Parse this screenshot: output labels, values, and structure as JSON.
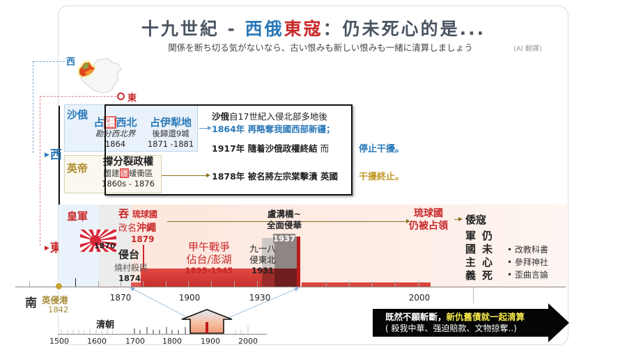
{
  "title": {
    "prefix": "十九世紀 - ",
    "west": "西俄",
    "east": "東寇",
    "suffix": "：仍未死心的是..."
  },
  "subtitle": "関係を断ち切る気がないなら、古い恨みも新しい恨みも一緒に清算しましょう",
  "ai_note": "(AI 翻譯)",
  "compass": {
    "west_top": "西",
    "east_top": "東",
    "west_main": "西",
    "east_main": "東",
    "south": "南"
  },
  "russia": {
    "label": "沙俄",
    "events": [
      {
        "title_pre": "占",
        "title_hl": "疆",
        "title_post": "西北",
        "sub": "勘分西北界",
        "year": "1864"
      },
      {
        "title": "占伊犁地",
        "sub": "後歸還9城",
        "year": "1871 -1881"
      }
    ]
  },
  "britain": {
    "label": "英帝",
    "event": {
      "title": "撐分裂政權",
      "sub_pre": "圖建",
      "sub_hl": "疆",
      "sub_post": "緩衝區",
      "year": "1860s - 1876"
    }
  },
  "info": {
    "line1_bold": "沙俄",
    "line1_rest": "自17世紀入侵北部多地後",
    "line2": "1864年  再略奪我國西部新疆；",
    "line3_bold": "1917年  隨着沙俄政權終結",
    "line3_thin": "  而",
    "line4": "1878年 被名將左宗棠擊潰 英國",
    "stop_russia": "停止干擾。",
    "stop_britain": "干擾終止。"
  },
  "japan": {
    "label": "皇軍",
    "flag_year": "1870",
    "ryukyu": {
      "verb": "吞",
      "name": "琉球國",
      "rename_pre": "改名",
      "rename": "沖繩",
      "year": "1879"
    },
    "taiwan": {
      "title": "侵台",
      "sub": "燒村殺民",
      "year": "1874"
    },
    "sino_war": {
      "title1": "甲午戰爭",
      "title2": "佔台/澎湖",
      "years": "1895-1945"
    },
    "mukden": {
      "line1": "九一八",
      "line2": "侵東北",
      "year": "1931"
    },
    "marco_polo": {
      "line1": "盧溝橋~",
      "line2": "全面侵華",
      "year": "1937"
    },
    "ryukyu_still": {
      "line1": "琉球國",
      "line2": "仍被占領"
    },
    "wokou": "倭寇",
    "col_a": [
      "軍",
      "國",
      "主",
      "義"
    ],
    "col_b": [
      "仍",
      "未",
      "心",
      "死"
    ],
    "bullets": [
      "改教科書",
      "參拜神社",
      "歪曲言論"
    ]
  },
  "hongkong": {
    "label": "英侵港",
    "year": "1842"
  },
  "main_axis": {
    "labels": [
      "1870",
      "1900",
      "1930",
      "2000"
    ]
  },
  "mini_axis": {
    "label": "清朝",
    "labels": [
      "1500",
      "1600",
      "1700",
      "1800",
      "1900",
      "2000"
    ]
  },
  "callout": {
    "text1_white": "既然不願斬斷，",
    "text1_yellow": "新仇舊債就一起清算",
    "text2": "( 殺我中華、强迫賠款、文物掠奪..)"
  },
  "colors": {
    "west_blue": "#2a78b8",
    "east_red": "#c8282a",
    "britain_gold": "#b08a2c",
    "callout_yellow": "#f3e84a"
  }
}
